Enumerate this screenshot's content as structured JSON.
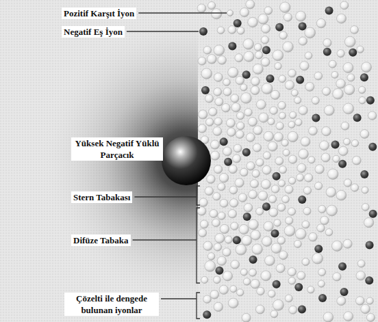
{
  "diagram": {
    "labels": [
      "Pozitif Karşıt İyon",
      "Negatif Eş İyon",
      "Yüksek Negatif Yüklü Parçacık",
      "Stern Tabakası",
      "Difüze Tabaka",
      "Çözelti ile dengede bulunan iyonlar"
    ]
  }
}
